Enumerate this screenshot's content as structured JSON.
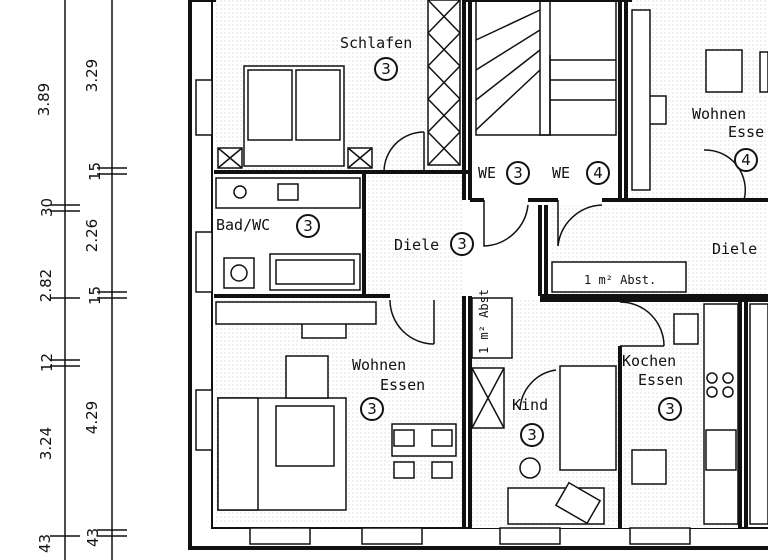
{
  "rooms": {
    "schlafen": {
      "label": "Schlafen",
      "badge": "3"
    },
    "bad": {
      "label": "Bad/WC",
      "badge": "3"
    },
    "diele_left": {
      "label": "Diele",
      "badge": "3"
    },
    "we3": {
      "label": "WE",
      "badge": "3"
    },
    "we4": {
      "label": "WE",
      "badge": "4"
    },
    "wohnen_right": {
      "label_line1": "Wohnen",
      "label_line2": "Esse",
      "badge": "4"
    },
    "diele_right": {
      "label": "Diele"
    },
    "abst_right": {
      "label": "1 m² Abst."
    },
    "abst_mid": {
      "label": "1 m² Abst"
    },
    "wohnen_left": {
      "label_line1": "Wohnen",
      "label_line2": "Essen",
      "badge": "3"
    },
    "kind": {
      "label": "Kind",
      "badge": "3"
    },
    "kochen": {
      "label_line1": "Kochen",
      "label_line2": "Essen",
      "badge": "3"
    }
  },
  "dimensions": {
    "outer": [
      "3.89",
      "30",
      "2.82",
      "12",
      "3.24",
      "43"
    ],
    "inner": [
      "3.29",
      "15",
      "2.26",
      "15",
      "4.29",
      "43"
    ]
  },
  "colors": {
    "ink": "#111111",
    "paper": "#ffffff",
    "hatch": "#d8d8d8"
  }
}
